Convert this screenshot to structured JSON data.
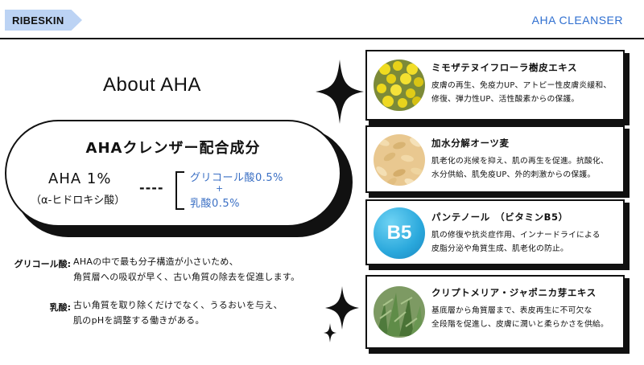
{
  "header": {
    "brand": "RIBESKIN",
    "title": "AHA CLEANSER"
  },
  "about": {
    "title": "About AHA",
    "box_title": "AHAクレンザー配合成分",
    "aha_percent": "AHA 1%",
    "aha_sub": "（α-ヒドロキシ酸）",
    "dashes": "----",
    "acid_1": "グリコール酸0.5%",
    "plus": "+",
    "acid_2": "乳酸0.5%"
  },
  "descriptions": [
    {
      "label": "グリコール酸:",
      "lines": [
        "AHAの中で最も分子構造が小さいため、",
        "角質層への吸収が早く、古い角質の除去を促進します。"
      ]
    },
    {
      "label": "乳酸:",
      "lines": [
        "古い角質を取り除くだけでなく、うるおいを与え、",
        "肌のpHを調整する働きがある。"
      ]
    }
  ],
  "ingredients": [
    {
      "icon": "mimosa-flower-icon",
      "title": "ミモザテヌイフローラ樹皮エキス",
      "lines": [
        "皮膚の再生、免疫力UP、アトピー性皮膚炎緩和、",
        "修復、弾力性UP、活性酸素からの保護。"
      ]
    },
    {
      "icon": "oat-grain-icon",
      "title": "加水分解オーツ麦",
      "lines": [
        "肌老化の兆候を抑え、肌の再生を促進。抗酸化、",
        "水分供給、肌免疫UP、外的刺激からの保護。"
      ]
    },
    {
      "icon": "vitamin-b5-icon",
      "icon_text": "B5",
      "title": "パンテノール　（ビタミンB5）",
      "lines": [
        "肌の修復や抗炎症作用、インナードライによる",
        "皮脂分泌や角質生成、肌老化の防止。"
      ]
    },
    {
      "icon": "cryptomeria-plant-icon",
      "title": "クリプトメリア・ジャポニカ芽エキス",
      "lines": [
        "基底層から角質層まで、表皮再生に不可欠な",
        "全段階を促進し、皮膚に潤いと柔らかさを供給。"
      ]
    }
  ],
  "colors": {
    "accent_blue": "#2f6fd0",
    "brand_tab": "#bcd3f4",
    "b5_blue": "#2aa8dc"
  }
}
